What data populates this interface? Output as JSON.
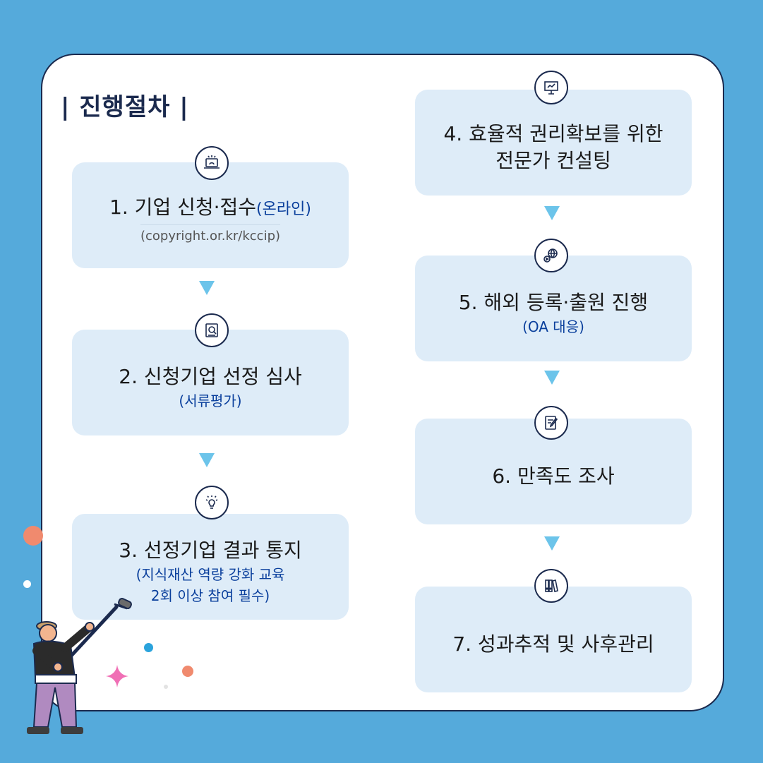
{
  "heading": "| 진행절차 |",
  "steps": [
    {
      "main": "1.  기업 신청·접수",
      "main_blue": "(온라인)",
      "sub": "",
      "gray": "(copyright.or.kr/kccip)"
    },
    {
      "main": "2. 신청기업 선정 심사",
      "main_blue": "",
      "sub": "(서류평가)",
      "gray": ""
    },
    {
      "main": "3. 선정기업 결과 통지",
      "main_blue": "",
      "sub": "(지식재산 역량 강화 교육\n2회 이상 참여 필수)",
      "gray": ""
    },
    {
      "main": "4. 효율적 권리확보를 위한\n전문가 컨설팅",
      "main_blue": "",
      "sub": "",
      "gray": ""
    },
    {
      "main": "5. 해외 등록·출원 진행",
      "main_blue": "",
      "sub": "(OA 대응)",
      "gray": ""
    },
    {
      "main": "6. 만족도 조사",
      "main_blue": "",
      "sub": "",
      "gray": ""
    },
    {
      "main": "7. 성과추적 및 사후관리",
      "main_blue": "",
      "sub": "",
      "gray": ""
    }
  ],
  "icons": [
    "laptop-icon",
    "document-search-icon",
    "lightbulb-icon",
    "presentation-icon",
    "globe-play-icon",
    "edit-document-icon",
    "binders-icon"
  ],
  "colors": {
    "background": "#55aadb",
    "box": "#deecf8",
    "arrow": "#6cc4ea",
    "navy": "#1b2a4e",
    "accent_text": "#0a3f9c"
  }
}
